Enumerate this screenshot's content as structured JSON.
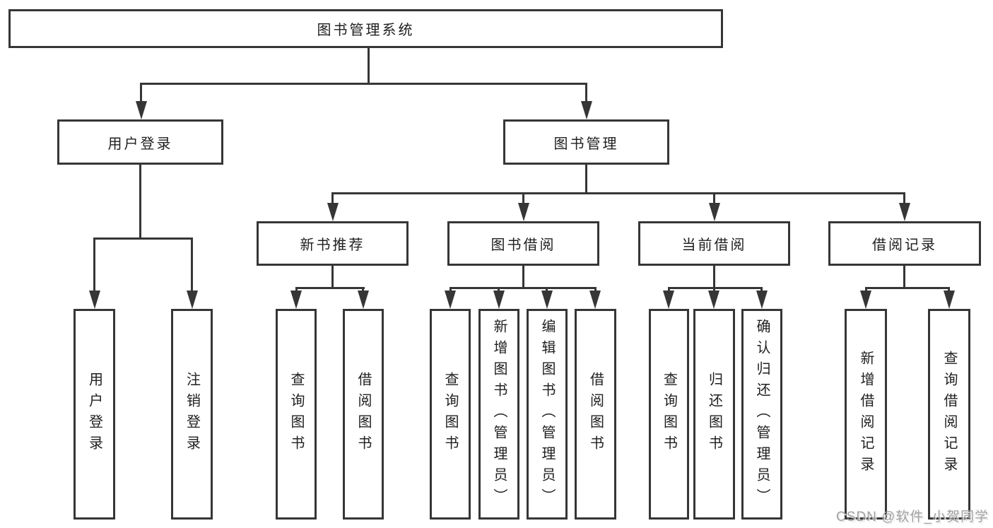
{
  "diagram": {
    "title": "图书管理系统",
    "level1": [
      "用户登录",
      "图书管理"
    ],
    "level2": [
      "新书推荐",
      "图书借阅",
      "当前借阅",
      "借阅记录"
    ],
    "leaves": {
      "user_login": [
        "用户登录",
        "注销登录"
      ],
      "new_book_recommend": [
        "查询图书",
        "借阅图书"
      ],
      "book_borrow": [
        "查询图书",
        "新增图书（管理员）",
        "编辑图书（管理员）",
        "借阅图书"
      ],
      "current_borrow": [
        "查询图书",
        "归还图书",
        "确认归还（管理员）"
      ],
      "borrow_records": [
        "新增借阅记录",
        "查询借阅记录"
      ]
    },
    "watermark": "CSDN @软件_小贺同学",
    "colors": {
      "line": "#363636",
      "text": "#202020",
      "watermark": "#a0a0a0",
      "background": "#ffffff"
    }
  }
}
